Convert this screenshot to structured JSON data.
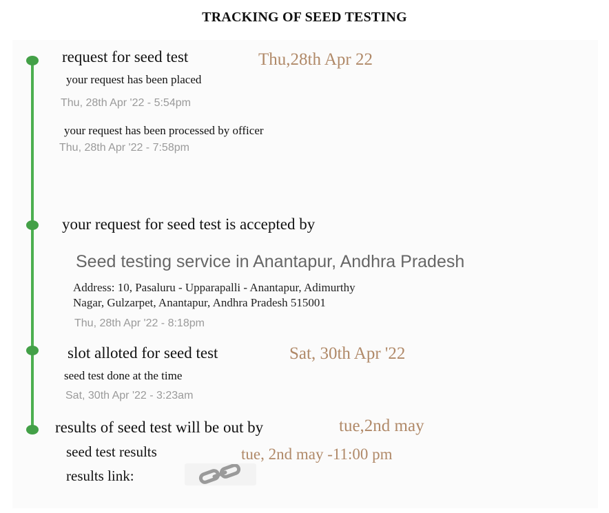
{
  "title": "TRACKING OF SEED TESTING",
  "steps": [
    {
      "heading": "request for seed test",
      "date": "Thu,28th Apr 22",
      "events": [
        {
          "text": "your request has been placed",
          "time": "Thu, 28th Apr '22 - 5:54pm"
        },
        {
          "text": "your request has been processed by officer",
          "time": "Thu, 28th Apr '22 - 7:58pm"
        }
      ]
    },
    {
      "heading": "your request for seed test is accepted by",
      "service": "Seed testing service in Anantapur, Andhra Pradesh",
      "address_line1": "Address: 10, Pasaluru - Upparapalli - Anantapur, Adimurthy",
      "address_line2": "Nagar, Gulzarpet, Anantapur, Andhra Pradesh 515001",
      "time": "Thu, 28th Apr '22 - 8:18pm"
    },
    {
      "heading": "slot alloted for seed test",
      "date": "Sat, 30th Apr '22",
      "event": "seed test done at the time",
      "time": "Sat, 30th Apr '22 - 3:23am"
    },
    {
      "heading": "results of  seed test will be out by",
      "date": "tue,2nd may",
      "results_label": "seed test results",
      "results_time": "tue, 2nd may -11:00 pm",
      "link_label": "results link:",
      "link_icon": "link-icon"
    }
  ]
}
